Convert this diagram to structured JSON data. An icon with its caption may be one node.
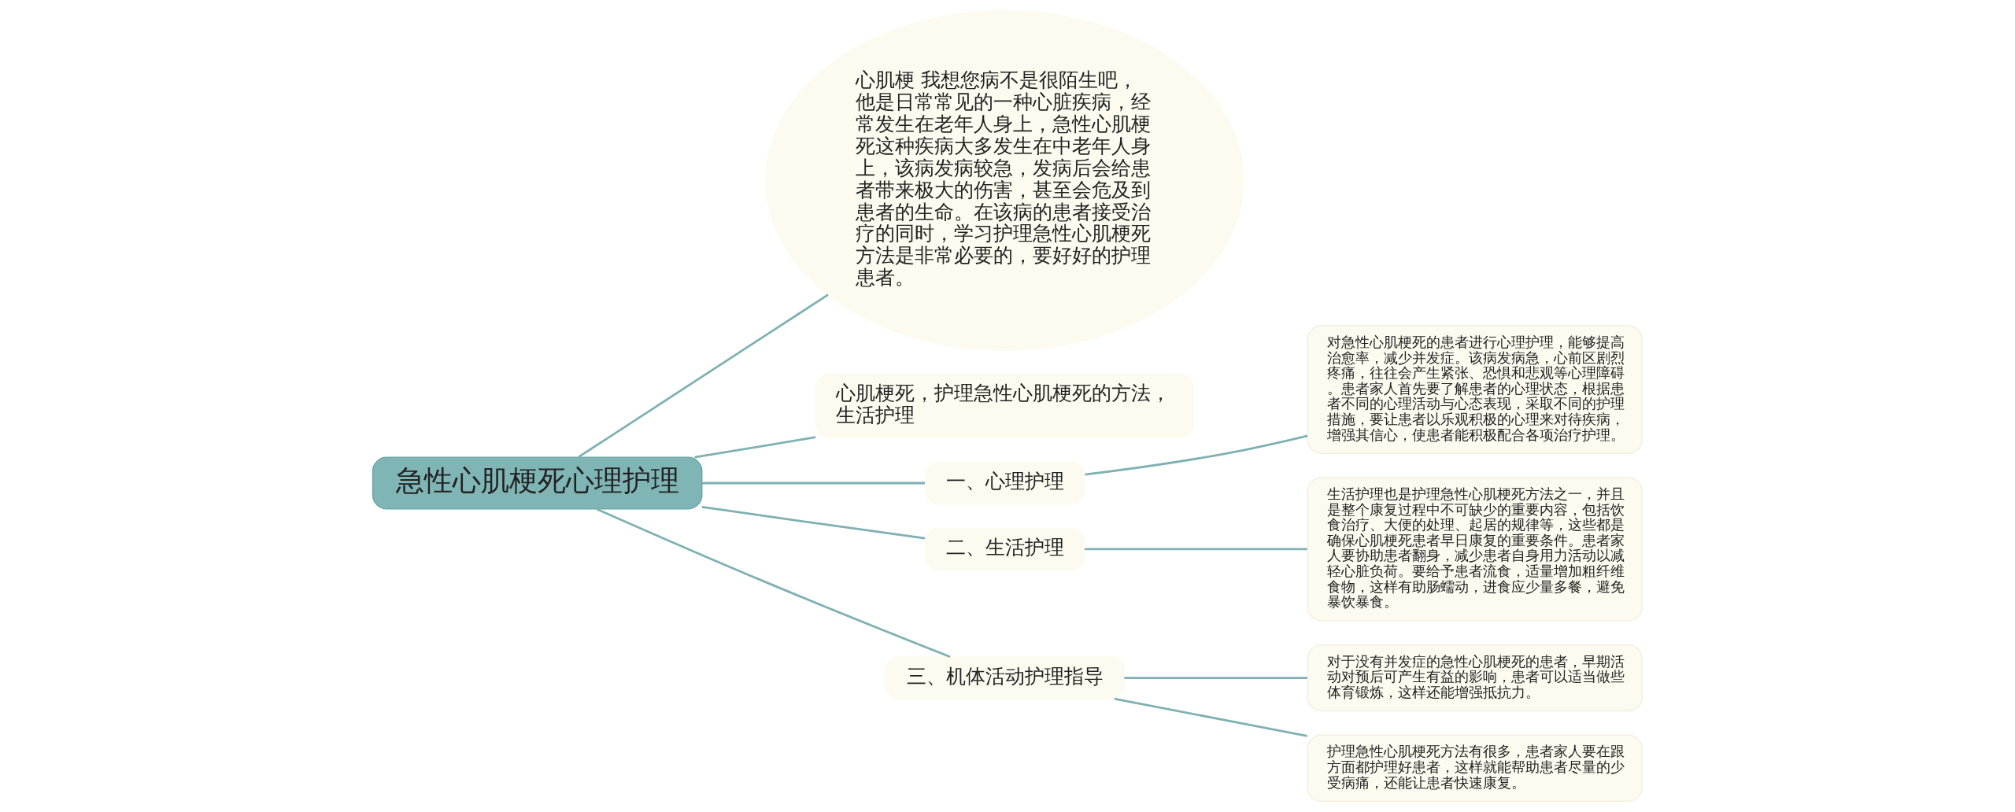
{
  "diagram": {
    "nodes": [
      {
        "text": [
          "急性心肌梗死心理护理"
        ]
      },
      {
        "text": [
          "心肌梗 我想您病不是很陌生吧，他是日常常见的一种心脏疾病，经常发生在老年人身上，急性心肌梗死这种疾病大多发生在中老年人身上，该病发病较急，发病后会给患者带来极大的伤害，甚至会危及到患者的生命。在该病的患者接受治疗的同时，学习护理急性心肌梗死方法是非常必要的，要好好的护理患者。"
        ]
      },
      {
        "text": [
          "心肌梗死，护理急性心肌梗死的方法，生活护理"
        ]
      },
      {
        "text": [
          "一、心理护理"
        ]
      },
      {
        "text": [
          "对急性心肌梗死的患者进行心理护理，能够提高治愈率，减少并发症。该病发病急，心前区剧烈疼痛，往往会产生紧张、恐惧和悲观等心理障碍。患者家人首先要了解患者的心理状态，根据患者不同的心理活动与心态表现，采取不同的护理措施，要让患者以乐观积极的心理来对待疾病，增强其信心，使患者能积极配合各项治疗护理。"
        ]
      },
      {
        "text": [
          "二、生活护理"
        ]
      },
      {
        "text": [
          "生活护理也是护理急性心肌梗死方法之一，并且是整个康复过程中不可缺少的重要内容，包括饮食治疗、大便的处理、起居的规律等，这些都是确保心肌梗死患者早日康复的重要条件。患者家人要协助患者翻身，减少患者自身用力活动以减轻心脏负荷。要给予患者流食，适量增加粗纤维食物，这样有助肠蠕动，进食应少量多餐，避免暴饮暴食。"
        ]
      },
      {
        "text": [
          "三、机体活动护理指导"
        ]
      },
      {
        "text": [
          "对于没有并发症的急性心肌梗死的患者，早期活动对预后可产生有益的影响，患者可以适当做些体育锻炼，这样还能增强抵抗力。"
        ]
      },
      {
        "text": [
          "护理急性心肌梗死方法有很多，患者家人要在跟方面都护理好患者，这样就能帮助患者尽量的少受病痛，还能让患者快速康复。"
        ]
      }
    ],
    "edges": [
      {
        "from": 0,
        "to": 1,
        "arrow": "none"
      },
      {
        "from": 0,
        "to": 2,
        "arrow": "none"
      },
      {
        "from": 0,
        "to": 3,
        "arrow": "none"
      },
      {
        "from": 3,
        "to": 4,
        "arrow": "none"
      },
      {
        "from": 0,
        "to": 5,
        "arrow": "none"
      },
      {
        "from": 5,
        "to": 6,
        "arrow": "none"
      },
      {
        "from": 0,
        "to": 7,
        "arrow": "none"
      },
      {
        "from": 7,
        "to": 8,
        "arrow": "none"
      },
      {
        "from": 7,
        "to": 9,
        "arrow": "none"
      }
    ]
  }
}
